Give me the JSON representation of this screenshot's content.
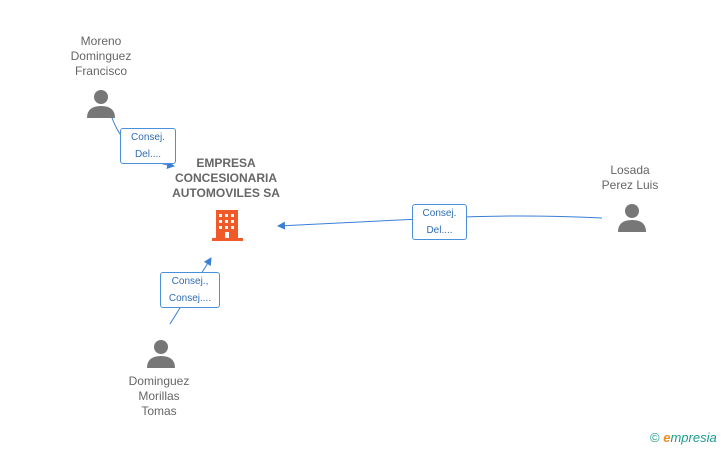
{
  "company": {
    "name_lines": [
      "EMPRESA",
      "CONCESIONARIA",
      "AUTOMOVILES SA"
    ],
    "icon": "building-icon",
    "color": "#f05a28"
  },
  "people": [
    {
      "id": "moreno",
      "name_lines": [
        "Moreno",
        "Dominguez",
        "Francisco"
      ],
      "icon": "person-icon"
    },
    {
      "id": "losada",
      "name_lines": [
        "Losada",
        "Perez Luis"
      ],
      "icon": "person-icon"
    },
    {
      "id": "dominguez",
      "name_lines": [
        "Dominguez",
        "Morillas",
        "Tomas"
      ],
      "icon": "person-icon"
    }
  ],
  "relations": [
    {
      "from": "moreno",
      "label_lines": [
        "Consej.",
        "Del...."
      ]
    },
    {
      "from": "losada",
      "label_lines": [
        "Consej.",
        "Del...."
      ]
    },
    {
      "from": "dominguez",
      "label_lines": [
        "Consej.,",
        "Consej...."
      ]
    }
  ],
  "colors": {
    "person": "#777777",
    "edge": "#3a7fd5",
    "text": "#666666"
  },
  "brand": {
    "copyright": "©",
    "e": "e",
    "rest": "mpresia"
  }
}
